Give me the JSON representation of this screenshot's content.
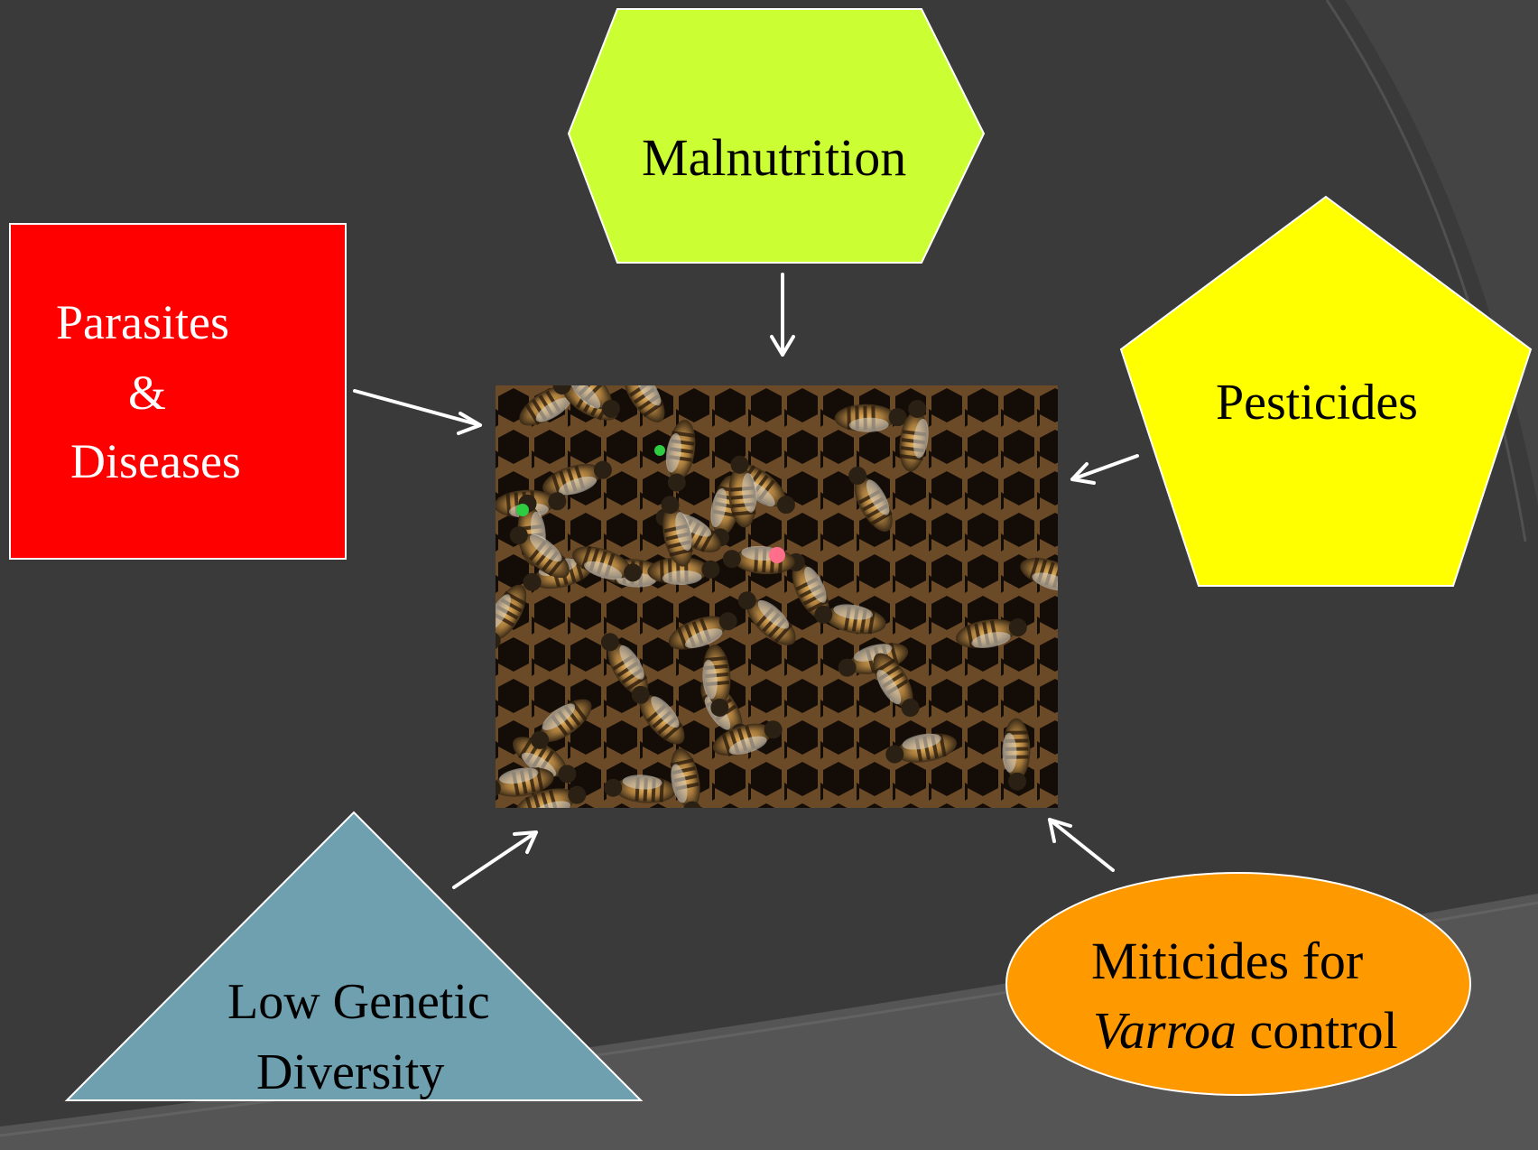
{
  "slide": {
    "background": "#3a3a3a",
    "factors": {
      "malnutrition": {
        "label": "Malnutrition",
        "color": "#ccff33",
        "shape": "hexagon"
      },
      "parasites": {
        "line1": "Parasites",
        "line2": "&",
        "line3": "Diseases",
        "color": "#ff0000",
        "shape": "square"
      },
      "pesticides": {
        "label": "Pesticides",
        "color": "#ffff00",
        "shape": "pentagon"
      },
      "genetic": {
        "line1": "Low Genetic",
        "line2": "Diversity",
        "color": "#6fa0b0",
        "shape": "triangle"
      },
      "miticides": {
        "line1": "Miticides for",
        "line2_italic": "Varroa",
        "line2_rest": " control",
        "color": "#ff9900",
        "shape": "ellipse"
      }
    },
    "center_image": {
      "subject": "honey bees on honeycomb frame"
    },
    "arrow_color": "#ffffff"
  }
}
